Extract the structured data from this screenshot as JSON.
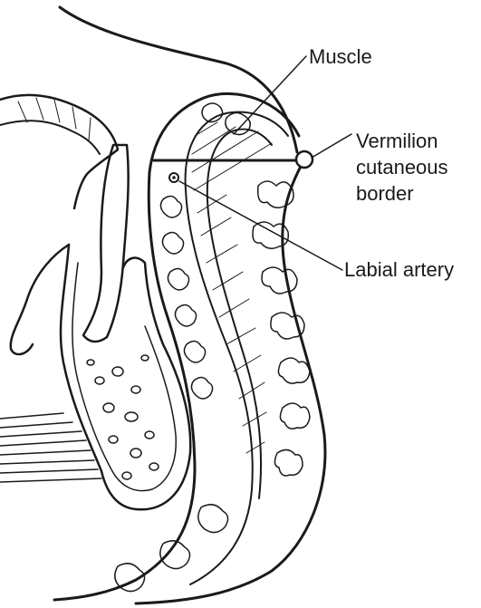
{
  "labels": {
    "muscle": "Muscle",
    "vermilion_line1": "Vermilion",
    "vermilion_line2": "cutaneous",
    "vermilion_line3": "border",
    "labial_artery": "Labial artery"
  },
  "colors": {
    "ink": "#1a1a1a",
    "background": "#ffffff"
  }
}
